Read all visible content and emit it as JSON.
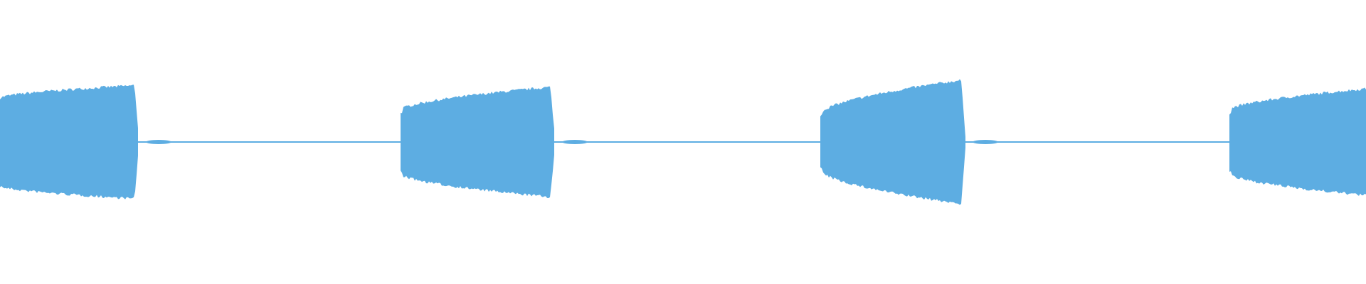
{
  "waveform": {
    "color": "#5dade2",
    "background": "#ffffff",
    "bursts": [
      {
        "start_amplitude": 0.62,
        "peak_amplitude": 0.8
      },
      {
        "start_amplitude": 0.45,
        "peak_amplitude": 0.78
      },
      {
        "start_amplitude": 0.4,
        "peak_amplitude": 0.88
      },
      {
        "start_amplitude": 0.45,
        "peak_amplitude": 0.75
      }
    ],
    "silence_amplitude": 0.01
  }
}
